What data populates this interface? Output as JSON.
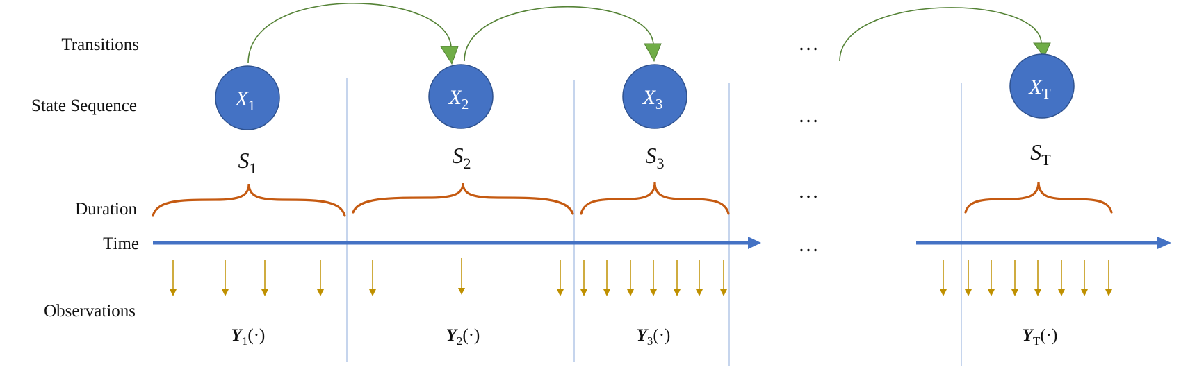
{
  "row_labels": {
    "transitions": "Transitions",
    "state_sequence": "State Sequence",
    "duration": "Duration",
    "time": "Time",
    "observations": "Observations"
  },
  "states": [
    {
      "var": "X",
      "sub": "1",
      "seg": "S",
      "seg_sub": "1",
      "obs": "Y",
      "obs_sub": "1",
      "obs_arg": "(·)"
    },
    {
      "var": "X",
      "sub": "2",
      "seg": "S",
      "seg_sub": "2",
      "obs": "Y",
      "obs_sub": "2",
      "obs_arg": "(·)"
    },
    {
      "var": "X",
      "sub": "3",
      "seg": "S",
      "seg_sub": "3",
      "obs": "Y",
      "obs_sub": "3",
      "obs_arg": "(·)"
    },
    {
      "var": "X",
      "sub": "T",
      "seg": "S",
      "seg_sub": "T",
      "obs": "Y",
      "obs_sub": "T",
      "obs_arg": "(·)"
    }
  ],
  "ellipsis": "…",
  "colors": {
    "node_fill": "#4472C4",
    "node_stroke": "#2F528F",
    "transition_arrow": "#70AD47",
    "transition_line": "#548235",
    "brace": "#C55A11",
    "time_axis": "#4472C4",
    "observation_arrow": "#BF9000",
    "divider": "#B4C7E7"
  }
}
